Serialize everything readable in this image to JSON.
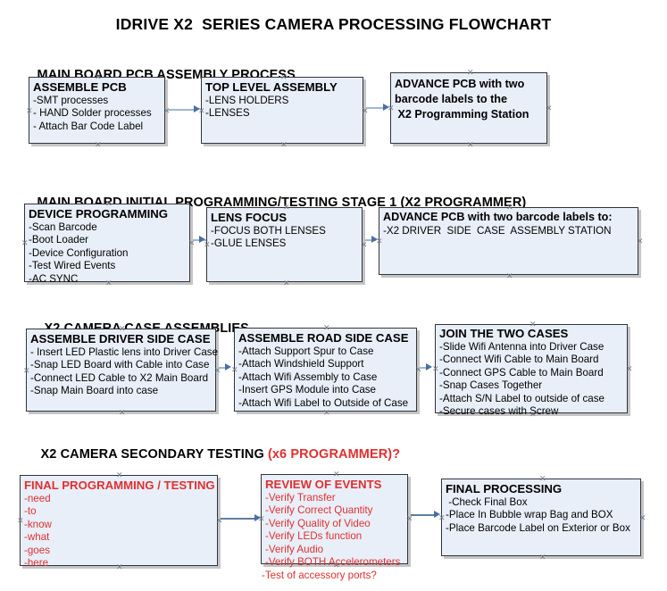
{
  "document": {
    "title": "IDRIVE X2  SERIES CAMERA PROCESSING FLOWCHART"
  },
  "colors": {
    "node_fill": "#e9eff8",
    "node_border": "#30343c",
    "connector": "#9fb8cf",
    "arrowhead": "#4a6fa5",
    "accent_red": "#e03030",
    "text": "#000000"
  },
  "sections": [
    {
      "id": "main-board-pcb-assembly",
      "header": "MAIN BOARD PCB ASSEMBLY PROCESS",
      "header_accent": "",
      "nodes": [
        {
          "id": "assemble-pcb",
          "title": "ASSEMBLE PCB",
          "lines": [
            "-SMT processes",
            "- HAND Solder processes",
            "- Attach Bar Code Label"
          ]
        },
        {
          "id": "top-level-assembly",
          "title": "TOP LEVEL ASSEMBLY",
          "lines": [
            "-LENS HOLDERS",
            "-LENSES"
          ]
        },
        {
          "id": "advance-pcb-to-x2-programming-station",
          "title": "ADVANCE PCB with two",
          "lines": [
            "barcode labels to the",
            " X2 Programming Station"
          ]
        }
      ]
    },
    {
      "id": "main-board-initial-programming",
      "header": "MAIN BOARD INITIAL PROGRAMMING/TESTING STAGE 1 (X2 PROGRAMMER)",
      "header_accent": "",
      "nodes": [
        {
          "id": "device-programming",
          "title": "DEVICE PROGRAMMING",
          "lines": [
            "-Scan Barcode",
            "-Boot Loader",
            "-Device Configuration",
            "-Test Wired Events",
            "-AC SYNC"
          ]
        },
        {
          "id": "lens-focus",
          "title": "LENS FOCUS",
          "lines": [
            "-FOCUS BOTH LENSES",
            "-GLUE LENSES"
          ]
        },
        {
          "id": "advance-pcb-to-driver-side-case-assembly",
          "title": "ADVANCE PCB with two barcode labels to:",
          "lines": [
            "-X2 DRIVER  SIDE  CASE  ASSEMBLY STATION"
          ]
        }
      ]
    },
    {
      "id": "x2-camera-case-assemblies",
      "header": "X2 CAMERA CASE ASSEMBLIES",
      "header_accent": "",
      "nodes": [
        {
          "id": "assemble-driver-side-case",
          "title": "ASSEMBLE DRIVER SIDE CASE",
          "lines": [
            "- Insert LED Plastic lens into Driver Case",
            "-Snap LED Board with Cable into Case",
            "-Connect LED Cable to X2 Main Board",
            "-Snap Main Board into case"
          ]
        },
        {
          "id": "assemble-road-side-case",
          "title": "ASSEMBLE ROAD SIDE CASE",
          "lines": [
            "-Attach Support Spur to Case",
            "-Attach Windshield Support",
            "-Attach Wifi Assembly to Case",
            "-Insert GPS Module into Case",
            "-Attach Wifi Label to Outside of Case"
          ]
        },
        {
          "id": "join-the-two-cases",
          "title": "JOIN THE TWO CASES",
          "lines": [
            "-Slide Wifi Antenna into Driver Case",
            "-Connect Wifi Cable to Main Board",
            "-Connect GPS Cable to Main Board",
            "-Snap Cases Together",
            "-Attach S/N Label to outside of case",
            "-Secure cases with Screw"
          ]
        }
      ]
    },
    {
      "id": "x2-camera-secondary-testing",
      "header": "X2 CAMERA SECONDARY TESTING ",
      "header_accent": "(x6 PROGRAMMER)?",
      "nodes": [
        {
          "id": "final-programming-testing",
          "title": "FINAL PROGRAMMING / TESTING",
          "lines": [
            "-need",
            "-to",
            "-know",
            "-what",
            "-goes",
            "-here"
          ]
        },
        {
          "id": "review-of-events",
          "title": "REVIEW OF EVENTS",
          "lines": [
            "-Verify Transfer",
            "-Verify Correct Quantity",
            "-Verify Quality of Video",
            "-Verify LEDs function",
            "-Verify Audio",
            "-Verify BOTH Accelerometers",
            "-Test of accessory ports?"
          ]
        },
        {
          "id": "final-processing",
          "title": "FINAL PROCESSING",
          "lines": [
            " -Check Final Box",
            "-Place In Bubble wrap Bag and BOX",
            "-Place Barcode Label on Exterior or Box"
          ]
        }
      ]
    }
  ]
}
